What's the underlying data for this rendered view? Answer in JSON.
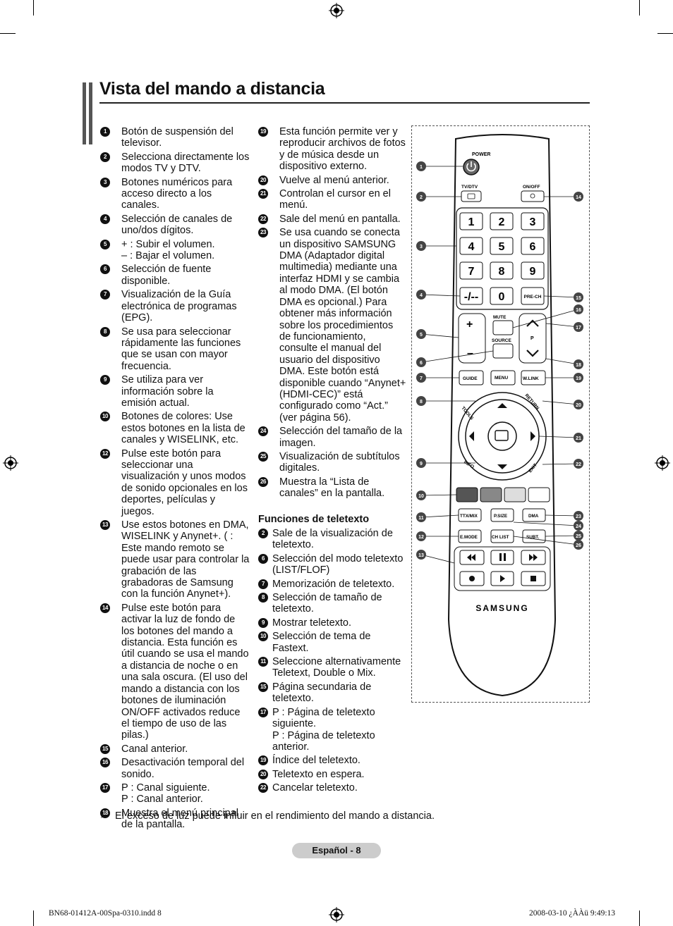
{
  "page": {
    "title": "Vista del mando a distancia",
    "page_label": "Español - 8",
    "footer_left": "BN68-01412A-00Spa-0310.indd   8",
    "footer_right": "2008-03-10   ¿ÀÀü 9:49:13",
    "note": "El exceso de luz puede influir en el rendimiento del mando a distancia."
  },
  "col1": [
    {
      "n": "1",
      "t": "Botón de suspensión del televisor."
    },
    {
      "n": "2",
      "t": "Selecciona directamente los modos TV y DTV."
    },
    {
      "n": "3",
      "t": "Botones numéricos para acceso directo a los canales."
    },
    {
      "n": "4",
      "t": "Selección de canales de uno/dos dígitos."
    },
    {
      "n": "5",
      "a": "+ : Subir el volumen.",
      "b": "– : Bajar el volumen."
    },
    {
      "n": "6",
      "t": "Selección de fuente disponible."
    },
    {
      "n": "7",
      "t": "Visualización de la Guía electrónica de programas (EPG)."
    },
    {
      "n": "8",
      "t": "Se usa para seleccionar rápidamente las funciones que se usan con mayor frecuencia."
    },
    {
      "n": "9",
      "t": "Se utiliza para ver información sobre la emisión actual."
    },
    {
      "n": "10",
      "t": "Botones de colores: Use estos botones en la lista de canales y WISELINK, etc."
    },
    {
      "n": "12",
      "t": "Pulse este botón para seleccionar una visualización y unos modos de sonido opcionales en los deportes, películas y juegos."
    },
    {
      "n": "13",
      "t": "Use estos botones en DMA, WISELINK y Anynet+. ( : Este mando remoto se puede usar para controlar la grabación de las grabadoras de Samsung con la función Anynet+)."
    },
    {
      "n": "14",
      "t": "Pulse este botón para activar la luz de fondo de los botones del mando a distancia. Esta función es útil cuando se usa el mando a distancia de noche o en una sala oscura. (El uso del mando a distancia con los botones de iluminación ON/OFF  activados reduce el tiempo de uso de las pilas.)"
    },
    {
      "n": "15",
      "t": "Canal anterior."
    },
    {
      "n": "16",
      "t": "Desactivación temporal del sonido."
    },
    {
      "n": "17",
      "a": "P  : Canal siguiente.",
      "b": "P  : Canal anterior."
    },
    {
      "n": "18",
      "t": "Muestra el menú principal de la pantalla."
    }
  ],
  "col2": [
    {
      "n": "19",
      "t": "Esta función permite ver y reproducir archivos de fotos y de música desde un dispositivo externo."
    },
    {
      "n": "20",
      "t": "Vuelve al menú anterior."
    },
    {
      "n": "21",
      "t": "Controlan el cursor en el menú."
    },
    {
      "n": "22",
      "t": "Sale del menú en pantalla."
    },
    {
      "n": "23",
      "t": "Se usa cuando se conecta un dispositivo SAMSUNG DMA (Adaptador digital multimedia) mediante una interfaz HDMI y se cambia al modo DMA. (El botón DMA es opcional.) Para obtener más información sobre los procedimientos de funcionamiento, consulte el manual del usuario del dispositivo DMA. Este botón está disponible cuando “Anynet+ (HDMI-CEC)” está configurado como “Act.” (ver página 56)."
    },
    {
      "n": "24",
      "t": "Selección del tamaño de la imagen."
    },
    {
      "n": "25",
      "t": "Visualización de subtítulos digitales."
    },
    {
      "n": "26",
      "t": "Muestra la “Lista de canales” en la pantalla."
    }
  ],
  "teletext": {
    "heading": "Funciones de teletexto",
    "items": [
      {
        "n": "2",
        "t": "Sale de la visualización de teletexto."
      },
      {
        "n": "6",
        "t": "Selección del modo teletexto (LIST/FLOF)"
      },
      {
        "n": "7",
        "t": "Memorización de teletexto."
      },
      {
        "n": "8",
        "t": "Selección de tamaño de teletexto."
      },
      {
        "n": "9",
        "t": "Mostrar teletexto."
      },
      {
        "n": "10",
        "t": "Selección de tema de Fastext."
      },
      {
        "n": "11",
        "t": "Seleccione alternativamente Teletext, Double o Mix."
      },
      {
        "n": "15",
        "t": "Página secundaria de teletexto."
      },
      {
        "n": "17",
        "a": "P  : Página de teletexto siguiente.",
        "b": "P  : Página de teletexto anterior."
      },
      {
        "n": "19",
        "t": "Índice del teletexto."
      },
      {
        "n": "20",
        "t": "Teletexto en espera."
      },
      {
        "n": "22",
        "t": "Cancelar teletexto."
      }
    ]
  },
  "remote": {
    "power": "POWER",
    "tvdtv": "TV/DTV",
    "onoff": "ON/OFF",
    "keys": [
      "1",
      "2",
      "3",
      "4",
      "5",
      "6",
      "7",
      "8",
      "9"
    ],
    "dash": "-/--",
    "zero": "0",
    "prech": "PRE-CH",
    "mute": "MUTE",
    "source": "SOURCE",
    "p": "P",
    "guide": "GUIDE",
    "menu": "MENU",
    "wlink": "W.LINK",
    "tools": "TOOLS",
    "return": "RETURN",
    "info": "INFO",
    "exit": "EXIT",
    "ttx": "TTX/MIX",
    "psize": "P.SIZE",
    "dma": "DMA",
    "emode": "E.MODE",
    "chlist": "CH LIST",
    "subt": "SUBT.",
    "brand": "SAMSUNG",
    "callouts_left": [
      "1",
      "2",
      "3",
      "4",
      "5",
      "6",
      "7",
      "8",
      "9",
      "10",
      "11",
      "12",
      "13"
    ],
    "callouts_right": [
      "14",
      "15",
      "16",
      "17",
      "18",
      "19",
      "20",
      "21",
      "22",
      "23",
      "24",
      "25",
      "26"
    ]
  }
}
